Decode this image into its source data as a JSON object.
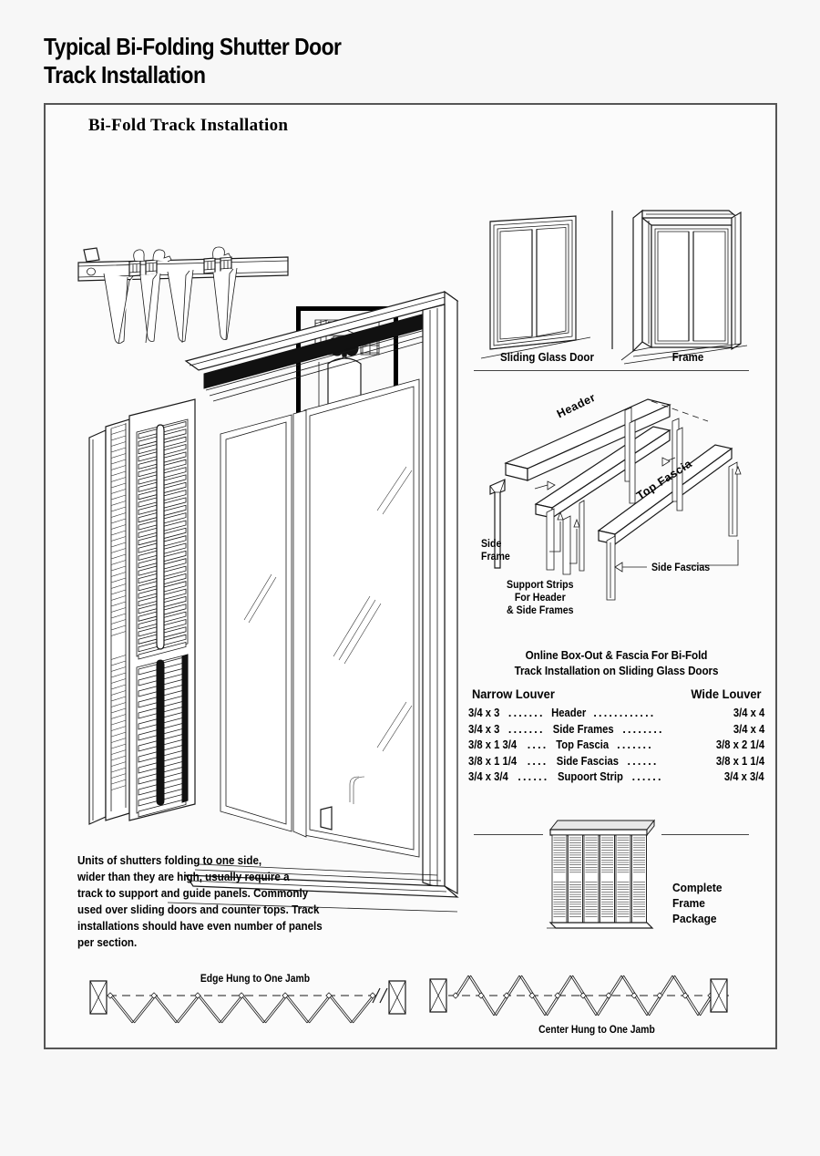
{
  "document": {
    "title": "Typical Bi-Folding Shutter Door\nTrack Installation",
    "panel_heading": "Bi-Fold Track Installation"
  },
  "door_examples": {
    "left_label": "Sliding Glass Door",
    "right_label": "Frame"
  },
  "assembly": {
    "header_label": "Header",
    "top_fascia_label": "Top Fascia",
    "side_frame_label": "Side\nFrame",
    "support_strips_label": "Support Strips\nFor Header\n& Side Frames",
    "side_fascias_label": "Side Fascias"
  },
  "spec": {
    "title": "Online Box-Out & Fascia For Bi-Fold\nTrack Installation on Sliding Glass Doors",
    "col_narrow": "Narrow Louver",
    "col_wide": "Wide Louver",
    "rows": [
      {
        "narrow": "3/4 x 3",
        "part": "Header",
        "wide": "3/4 x 4"
      },
      {
        "narrow": "3/4 x 3",
        "part": "Side Frames",
        "wide": "3/4 x 4"
      },
      {
        "narrow": "3/8 x 1 3/4",
        "part": "Top Fascia",
        "wide": "3/8 x 2 1/4"
      },
      {
        "narrow": "3/8 x 1 1/4",
        "part": "Side Fascias",
        "wide": "3/8 x 1 1/4"
      },
      {
        "narrow": "3/4 x 3/4",
        "part": "Supoort Strip",
        "wide": "3/4 x 3/4"
      }
    ]
  },
  "frame_package": {
    "label": "Complete\nFrame\nPackage"
  },
  "note": {
    "text": "Units of shutters folding to one side,\nwider than they are high, usually require a\ntrack to support and guide panels.  Commonly\nused over sliding doors and counter tops.  Track\ninstallations should have even number of panels\nper section."
  },
  "fold_diagrams": {
    "edge_hung_label": "Edge Hung to One Jamb",
    "center_hung_label": "Center Hung to One Jamb"
  },
  "colors": {
    "ink": "#1a1a1a",
    "frame_border": "#555555",
    "page_bg": "#f7f7f7",
    "sheet_bg": "#fbfbfb"
  }
}
